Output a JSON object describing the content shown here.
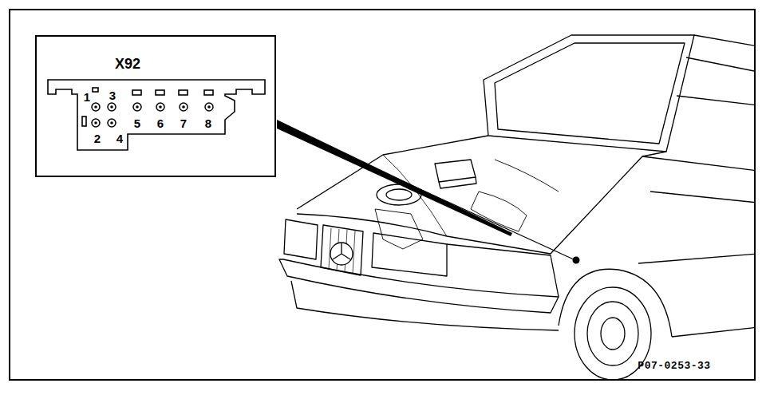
{
  "diagram": {
    "nodes": [
      {
        "text": [
          "X92"
        ]
      }
    ],
    "labels": [
      "1",
      "2",
      "3",
      "4",
      "5",
      "6",
      "7",
      "8",
      "P07-0253-33"
    ]
  }
}
